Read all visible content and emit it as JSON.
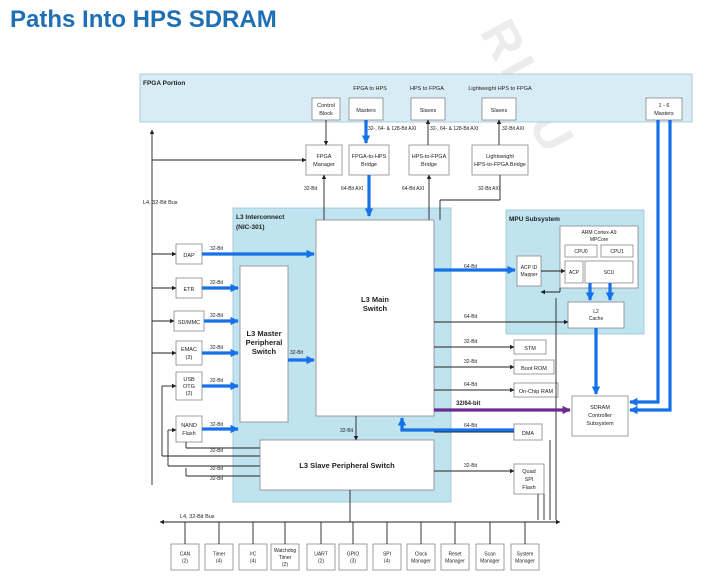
{
  "title": "Paths Into HPS SDRAM",
  "watermark": "RIBU",
  "regions": {
    "fpga": "FPGA Portion",
    "l3": "L3 Interconnect",
    "l3_sub": "(NIC-301)",
    "mpu": "MPU Subsystem"
  },
  "fpga_headers": {
    "f2h": "FPGA to HPS",
    "h2f": "HPS to FPGA",
    "lw": "Lightweight HPS to FPGA"
  },
  "fpga_blocks": {
    "control": [
      "Control",
      "Block"
    ],
    "masters": "Masters",
    "slaves1": "Slaves",
    "slaves2": "Slaves",
    "masters16": [
      "1 - 6",
      "Masters"
    ]
  },
  "bridges": {
    "fpga_mgr": [
      "FPGA",
      "Manager"
    ],
    "f2h": [
      "FPGA-to-HPS",
      "Bridge"
    ],
    "h2f": [
      "HPS-to-FPGA",
      "Bridge"
    ],
    "lw": [
      "Lightweight",
      "HPS-to-FPGA Bridge"
    ]
  },
  "axi_labels": {
    "a1": "32-, 64- & 128-Bit AXI",
    "a2": "32-, 64- & 128-Bit AXI",
    "a3": "32-Bit AXI"
  },
  "bus_labels": {
    "l4_top": "L4, 32-Bit Bus",
    "l4_bottom": "L4, 32-Bit Bus",
    "b32a": "32-Bit",
    "b64axi_a": "64-Bit AXI",
    "b64axi_b": "64-Bit AXI",
    "b32axi": "32-Bit AXI",
    "dap32": "32-Bit",
    "etr32": "32-Bit",
    "sd32": "32-Bit",
    "emac32": "32-Bit",
    "usb32": "32-Bit",
    "nand32": "32-Bit",
    "sw32": "32-Bit",
    "sl1": "32-Bit",
    "sl2": "32-Bit",
    "sl3": "32-Bit",
    "main_slave": "32-Bit",
    "acp64": "64-Bit",
    "l2_64": "64-Bit",
    "stm32": "32-Bit",
    "boot32": "32-Bit",
    "ocram64": "64-Bit",
    "sdram3264": "32/64-bit",
    "dma64": "64-Bit",
    "qspi32": "32-Bit"
  },
  "masters_left": {
    "dap": "DAP",
    "etr": "ETR",
    "sdmmc": "SD/MMC",
    "emac": [
      "EMAC",
      "(2)"
    ],
    "usb": [
      "USB",
      "OTG",
      "(2)"
    ],
    "nand": [
      "NAND",
      "Flash"
    ]
  },
  "l3_blocks": {
    "master_switch": [
      "L3 Master",
      "Peripheral",
      "Switch"
    ],
    "main_switch": [
      "L3 Main",
      "Switch"
    ],
    "slave_switch": "L3 Slave Peripheral Switch"
  },
  "mpu": {
    "arm": [
      "ARM Cortex-A9",
      "MPCore"
    ],
    "cpu0": "CPU0",
    "cpu1": "CPU1",
    "acp": "ACP",
    "scu": "SCU",
    "acp_mapper": [
      "ACP ID",
      "Mapper"
    ],
    "l2": [
      "L2",
      "Cache"
    ]
  },
  "slaves_right": {
    "stm": "STM",
    "boot": "Boot ROM",
    "ocram": "On-Chip RAM",
    "dma": "DMA",
    "qspi": [
      "Quad",
      "SPI",
      "Flash"
    ]
  },
  "sdram": [
    "SDRAM",
    "Controller",
    "Subsystem"
  ],
  "peripherals": [
    [
      "CAN",
      "(2)"
    ],
    [
      "Timer",
      "(4)"
    ],
    [
      "I²C",
      "(4)"
    ],
    [
      "Watchdog",
      "Timer",
      "(2)"
    ],
    [
      "UART",
      "(2)"
    ],
    [
      "GPIO",
      "(3)"
    ],
    [
      "SPI",
      "(4)"
    ],
    [
      "Clock",
      "Manager"
    ],
    [
      "Reset",
      "Manager"
    ],
    [
      "Scan",
      "Manager"
    ],
    [
      "System",
      "Manager"
    ]
  ],
  "colors": {
    "title": "#1f6fb5",
    "fpga_region": "#d7ecf4",
    "l3_region": "#bfe3ef",
    "mpu_region": "#bfe3ef",
    "path_blue": "#1670e8",
    "path_purple": "#6a2c91"
  }
}
